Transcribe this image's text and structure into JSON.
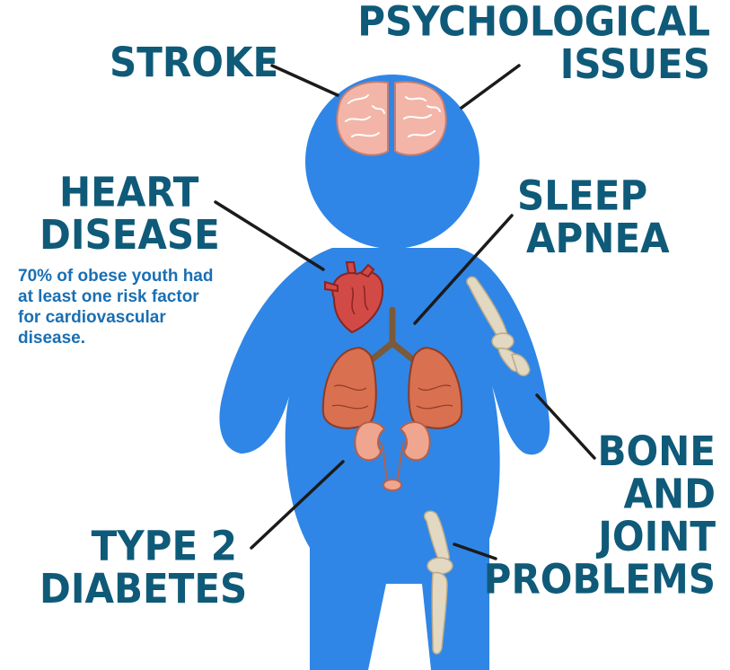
{
  "labels": {
    "stroke": "STROKE",
    "psychological": [
      "PSYCHOLOGICAL",
      "ISSUES"
    ],
    "heart": [
      "HEART",
      "DISEASE"
    ],
    "sleep": [
      "SLEEP",
      "APNEA"
    ],
    "bone": [
      "BONE",
      "AND",
      "JOINT",
      "PROBLEMS"
    ],
    "diabetes": [
      "TYPE 2",
      "DIABETES"
    ]
  },
  "heart_note": [
    "70% of obese youth had",
    "at least one risk factor",
    "for cardiovascular",
    "disease."
  ],
  "colors": {
    "body": "#2f86e6",
    "label_text": "#0f5a78",
    "note_text": "#1a6fb3",
    "brain": "#f3b5a8",
    "heart": "#d24a45",
    "lungs": "#d9704f",
    "trachea": "#7a5a3a",
    "kidneys": "#f0a58e",
    "bone": "#e3d8c2",
    "pointer_line": "#1b1b1b"
  },
  "icons": [
    "brain-icon",
    "heart-icon",
    "lungs-icon",
    "kidneys-icon",
    "arm-bone-icon",
    "leg-bone-icon"
  ]
}
